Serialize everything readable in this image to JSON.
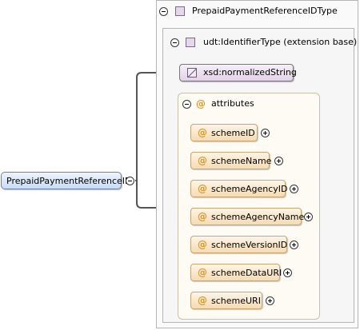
{
  "diagram": {
    "root_element": "PrepaidPaymentReferenceID",
    "complex_type": "PrepaidPaymentReferenceIDType",
    "extension_base": "udt:IdentifierType (extension base)",
    "simple_content": "xsd:normalizedString",
    "attributes_label": "attributes",
    "attributes": [
      {
        "name": "schemeID"
      },
      {
        "name": "schemeName"
      },
      {
        "name": "schemeAgencyID"
      },
      {
        "name": "schemeAgencyName"
      },
      {
        "name": "schemeVersionID"
      },
      {
        "name": "schemeDataURI"
      },
      {
        "name": "schemeURI"
      }
    ],
    "colors": {
      "root_fill": "#c9dcf4",
      "attribute_fill": "#f4dbb3",
      "type_icon": "#e7d7ea",
      "connector": "#555555"
    }
  }
}
